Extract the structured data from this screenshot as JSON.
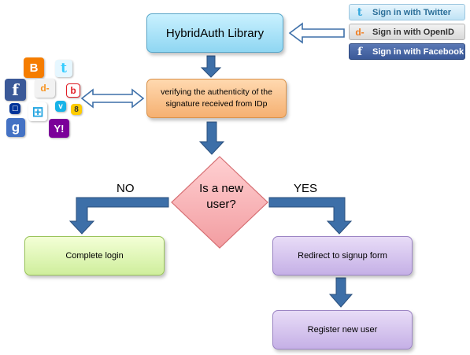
{
  "diagram": {
    "top_node": "HybridAuth Library",
    "verify_node_line1": "verifying the authenticity of the",
    "verify_node_line2": "signature received from IDp",
    "decision_line1": "Is a new",
    "decision_line2": "user?",
    "no_label": "NO",
    "yes_label": "YES",
    "complete_node": "Complete login",
    "redirect_node": "Redirect to signup form",
    "register_node": "Register new user"
  },
  "signin_buttons": [
    {
      "label": "Sign in with Twitter",
      "icon": "twitter-icon",
      "glyph": "t"
    },
    {
      "label": "Sign in with OpenID",
      "icon": "openid-icon",
      "glyph": "d-"
    },
    {
      "label": "Sign in with Facebook",
      "icon": "facebook-icon",
      "glyph": "f"
    }
  ],
  "provider_icons": [
    {
      "name": "blogger-icon",
      "glyph": "B",
      "color": "#f57d00"
    },
    {
      "name": "twitter-icon",
      "glyph": "t",
      "color": "#33ccff"
    },
    {
      "name": "facebook-icon",
      "glyph": "f",
      "color": "#3b5998"
    },
    {
      "name": "openid-icon",
      "glyph": "d-",
      "color": "#f7931e"
    },
    {
      "name": "bebo-icon",
      "glyph": "b",
      "color": "#e21e26"
    },
    {
      "name": "myspace-icon",
      "glyph": "☐",
      "color": "#003399"
    },
    {
      "name": "windows-live-icon",
      "glyph": "⊞",
      "color": "#1fa3e0"
    },
    {
      "name": "vimeo-icon",
      "glyph": "v",
      "color": "#17b3e8"
    },
    {
      "name": "aol-icon",
      "glyph": "8",
      "color": "#ffcc00"
    },
    {
      "name": "google-icon",
      "glyph": "g",
      "color": "#4472c4"
    },
    {
      "name": "yahoo-icon",
      "glyph": "Y!",
      "color": "#7b0099"
    }
  ],
  "colors": {
    "arrow_fill": "#3d6fa8",
    "arrow_stroke": "#2a4f7d",
    "decision_fill": "#f6aeb0",
    "decision_stroke": "#d66e72"
  }
}
